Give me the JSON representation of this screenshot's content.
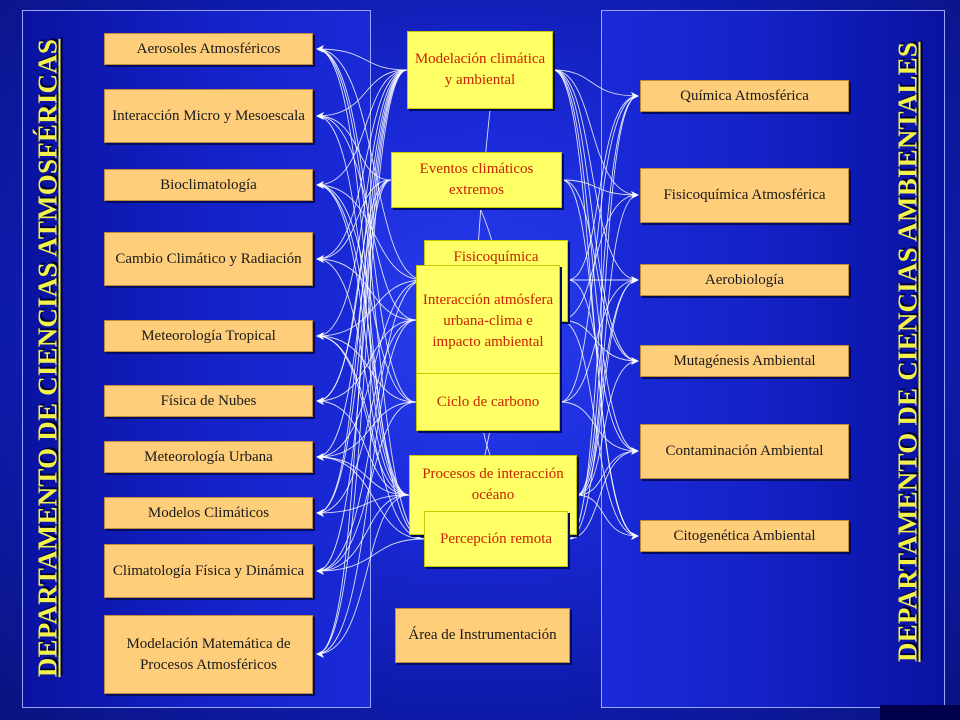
{
  "left_department": {
    "title": "DEPARTAMENTO DE CIENCIAS ATMOSFÉRICAS",
    "groups": [
      "Aerosoles Atmosféricos",
      "Interacción Micro y Mesoescala",
      "Bioclimatología",
      "Cambio Climático y Radiación",
      "Meteorología Tropical",
      "Física de Nubes",
      "Meteorología Urbana",
      "Modelos Climáticos",
      "Climatología Física y Dinámica",
      "Modelación Matemática de Procesos Atmosféricos"
    ]
  },
  "right_department": {
    "title": "DEPARTAMENTO DE CIENCIAS AMBIENTALES",
    "groups": [
      "Química Atmosférica",
      "Fisicoquímica Atmosférica",
      "Aerobiología",
      "Mutagénesis Ambiental",
      "Contaminación Ambiental",
      "Citogenética Ambiental"
    ]
  },
  "center_topics": [
    "Modelación climática y ambiental",
    "Eventos climáticos extremos",
    "Fisicoquímica",
    "Interacción atmósfera urbana-clima e impacto ambiental",
    "Ciclo de carbono",
    "Procesos de interacción océano",
    "Percepción remota"
  ],
  "instrumentation": "Área de Instrumentación",
  "colors": {
    "left_box": "#ffce7a",
    "center_box": "#ffff66",
    "center_text": "#cc2200",
    "title_text": "#f2f24a",
    "background": "#1a2ad8"
  }
}
